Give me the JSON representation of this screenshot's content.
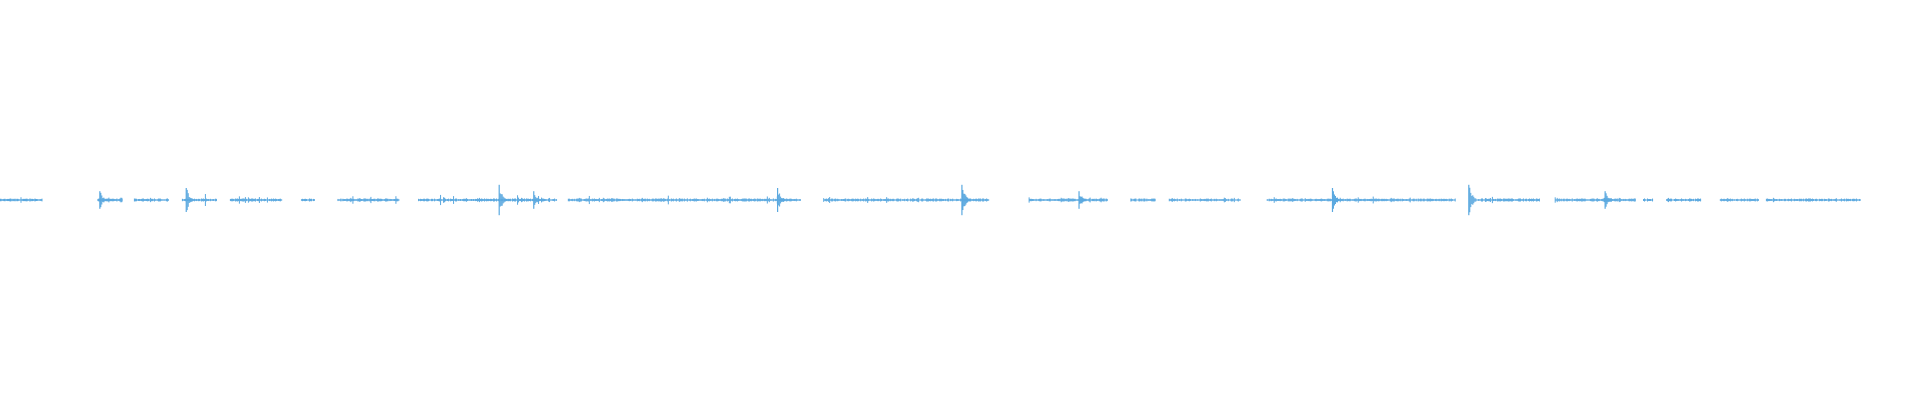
{
  "waveform": {
    "color": "#5aa8df",
    "segments": [
      [
        0.0,
        0.022,
        0.35
      ],
      [
        0.051,
        0.064,
        0.6
      ],
      [
        0.07,
        0.088,
        0.45
      ],
      [
        0.095,
        0.113,
        0.95
      ],
      [
        0.12,
        0.147,
        0.5
      ],
      [
        0.157,
        0.164,
        0.3
      ],
      [
        0.176,
        0.208,
        0.55
      ],
      [
        0.218,
        0.29,
        0.7
      ],
      [
        0.296,
        0.417,
        0.55
      ],
      [
        0.429,
        0.515,
        0.4
      ],
      [
        0.536,
        0.577,
        0.4
      ],
      [
        0.589,
        0.602,
        0.25
      ],
      [
        0.609,
        0.646,
        0.3
      ],
      [
        0.66,
        0.758,
        0.45
      ],
      [
        0.77,
        0.802,
        0.4
      ],
      [
        0.81,
        0.852,
        0.55
      ],
      [
        0.856,
        0.861,
        0.2
      ],
      [
        0.868,
        0.886,
        0.3
      ],
      [
        0.896,
        0.916,
        0.25
      ],
      [
        0.92,
        0.969,
        0.3
      ]
    ],
    "peaks": [
      0.052,
      0.097,
      0.26,
      0.278,
      0.405,
      0.501,
      0.562,
      0.694,
      0.765,
      0.836
    ]
  }
}
